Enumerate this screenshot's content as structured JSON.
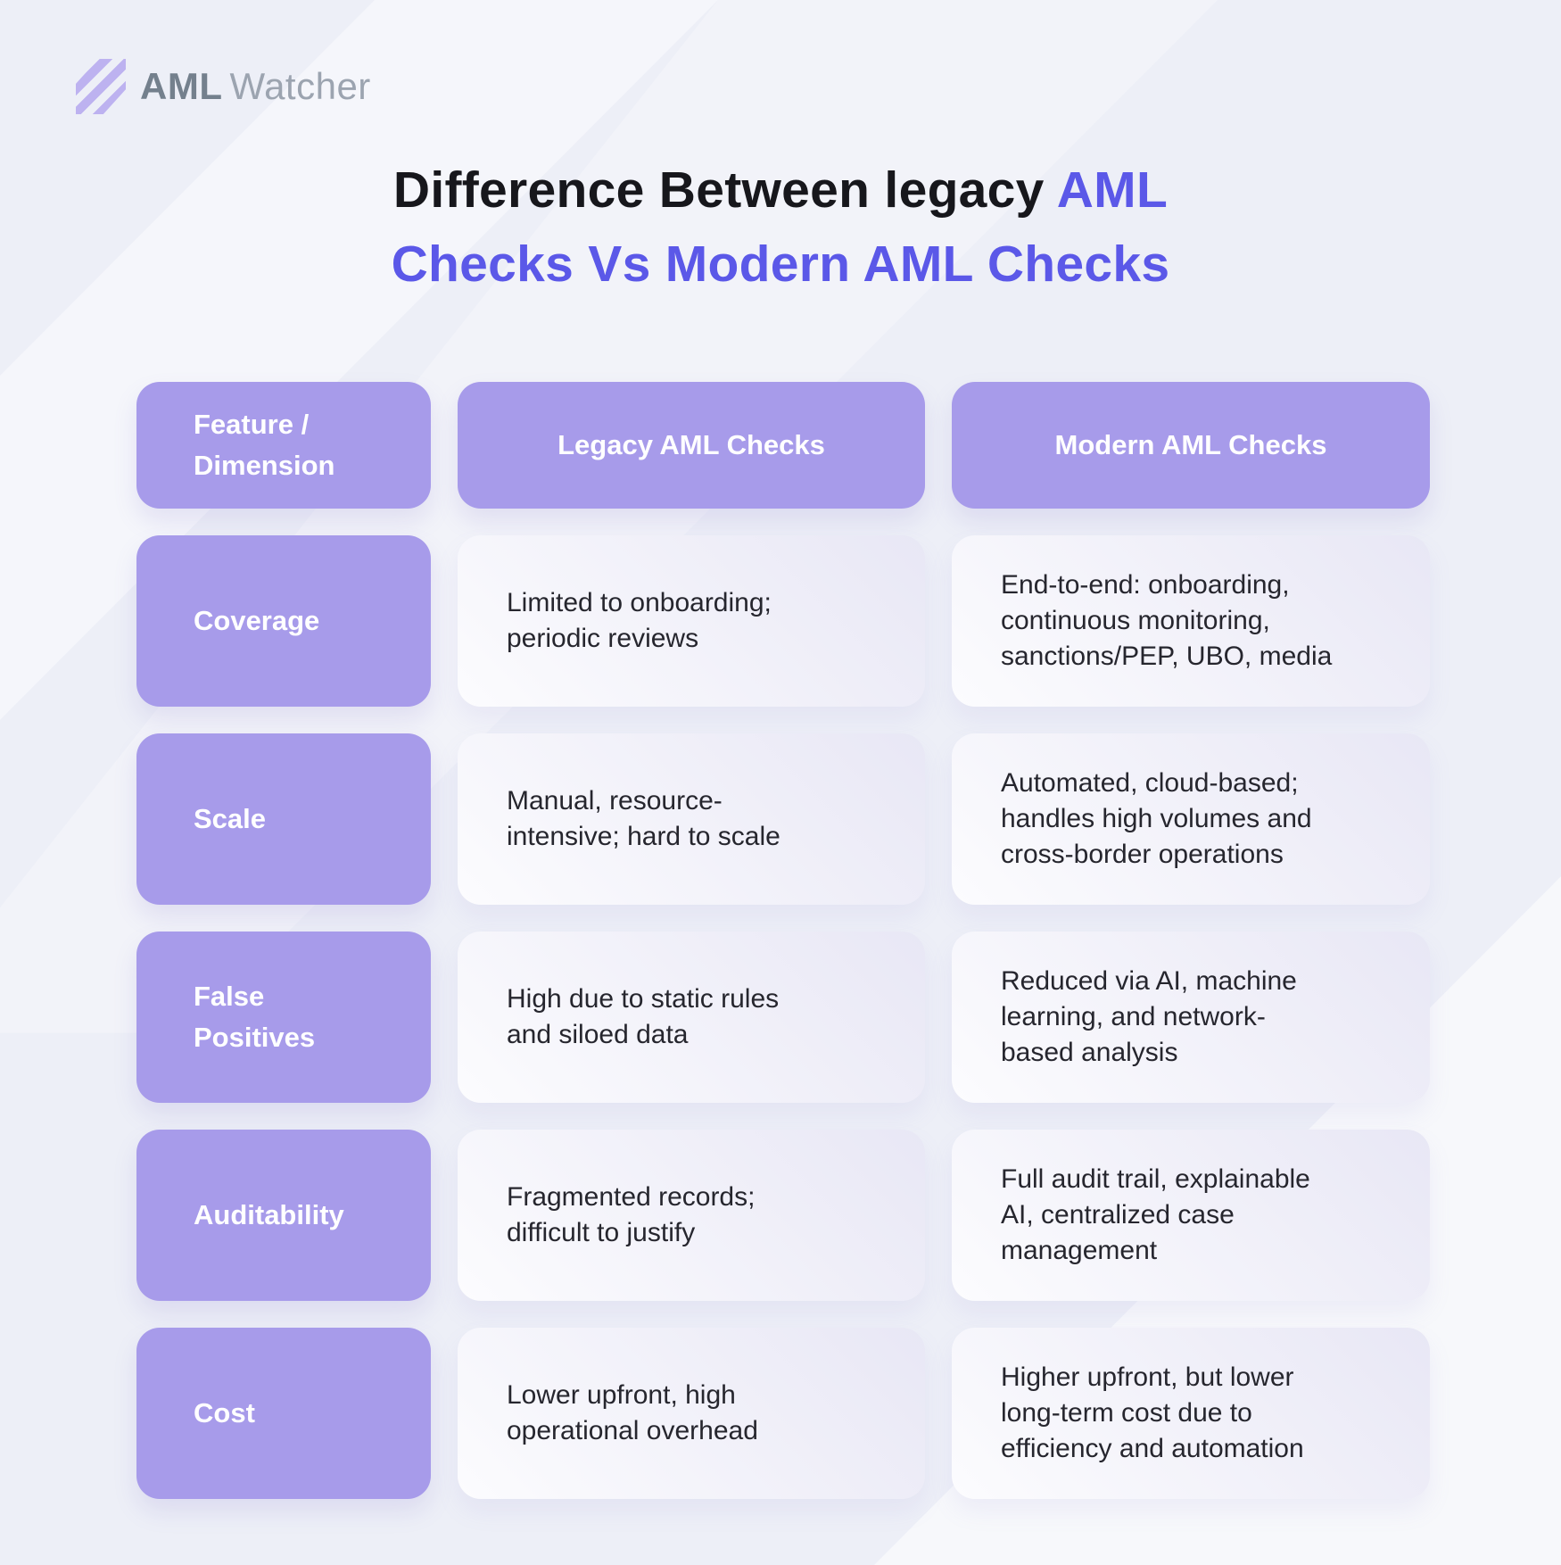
{
  "brand": {
    "name_bold": "AML",
    "name_light": "Watcher",
    "logo_icon": "diagonal-stripes-badge"
  },
  "title": {
    "line1_dark": "Difference Between legacy",
    "line1_accent": "AML",
    "line2_accent": "Checks Vs Modern AML Checks"
  },
  "colors": {
    "page_background": "#EDEFF7",
    "box_purple": "#A79BEA",
    "title_accent_purple": "#5B58E8",
    "title_dark": "#17171C",
    "logo_stripe_purple": "#BDB2F0",
    "logo_text_dark": "#74808D",
    "logo_text_light": "#9CA4B0",
    "header_text": "#FFFFFF",
    "body_text": "#26262E"
  },
  "table": {
    "headers": [
      {
        "label": "Feature /\nDimension"
      },
      {
        "label": "Legacy AML Checks"
      },
      {
        "label": "Modern AML Checks"
      }
    ],
    "rows": [
      {
        "feature": "Coverage",
        "legacy": "Limited to onboarding;\nperiodic reviews",
        "modern": "End-to-end: onboarding,\ncontinuous monitoring,\nsanctions/PEP, UBO, media"
      },
      {
        "feature": "Scale",
        "legacy": "Manual, resource-\nintensive; hard to scale",
        "modern": "Automated, cloud-based;\nhandles high volumes and\ncross-border operations"
      },
      {
        "feature": "False\nPositives",
        "legacy": "High due to static rules\nand siloed data",
        "modern": "Reduced via AI, machine\nlearning, and network-\nbased analysis"
      },
      {
        "feature": "Auditability",
        "legacy": "Fragmented records;\ndifficult to justify",
        "modern": "Full audit trail, explainable\nAI, centralized case\nmanagement"
      },
      {
        "feature": "Cost",
        "legacy": "Lower upfront, high\noperational overhead",
        "modern": "Higher upfront, but lower\nlong-term cost due to\nefficiency and automation"
      }
    ]
  }
}
